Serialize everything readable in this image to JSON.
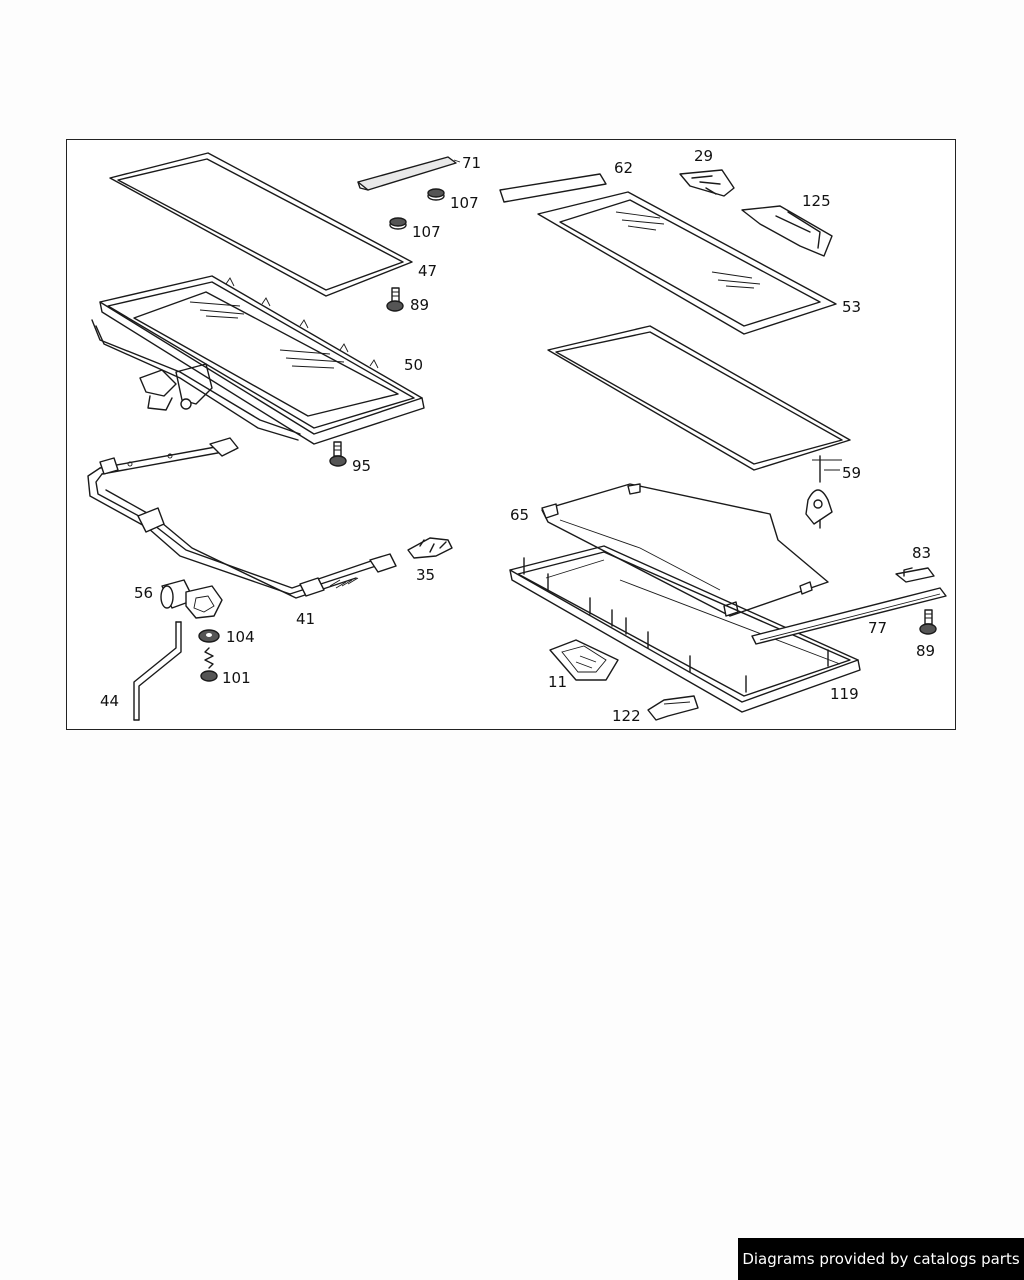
{
  "diagram": {
    "callouts": {
      "c71": "71",
      "c107a": "107",
      "c107b": "107",
      "c47": "47",
      "c89a": "89",
      "c50": "50",
      "c95": "95",
      "c62": "62",
      "c29": "29",
      "c125": "125",
      "c53": "53",
      "c59": "59",
      "c65": "65",
      "c35": "35",
      "c41": "41",
      "c56": "56",
      "c104": "104",
      "c101": "101",
      "c44": "44",
      "c83": "83",
      "c77": "77",
      "c89b": "89",
      "c11": "11",
      "c119": "119",
      "c122": "122"
    }
  },
  "footer": {
    "credit": "Diagrams provided by catalogs parts"
  }
}
